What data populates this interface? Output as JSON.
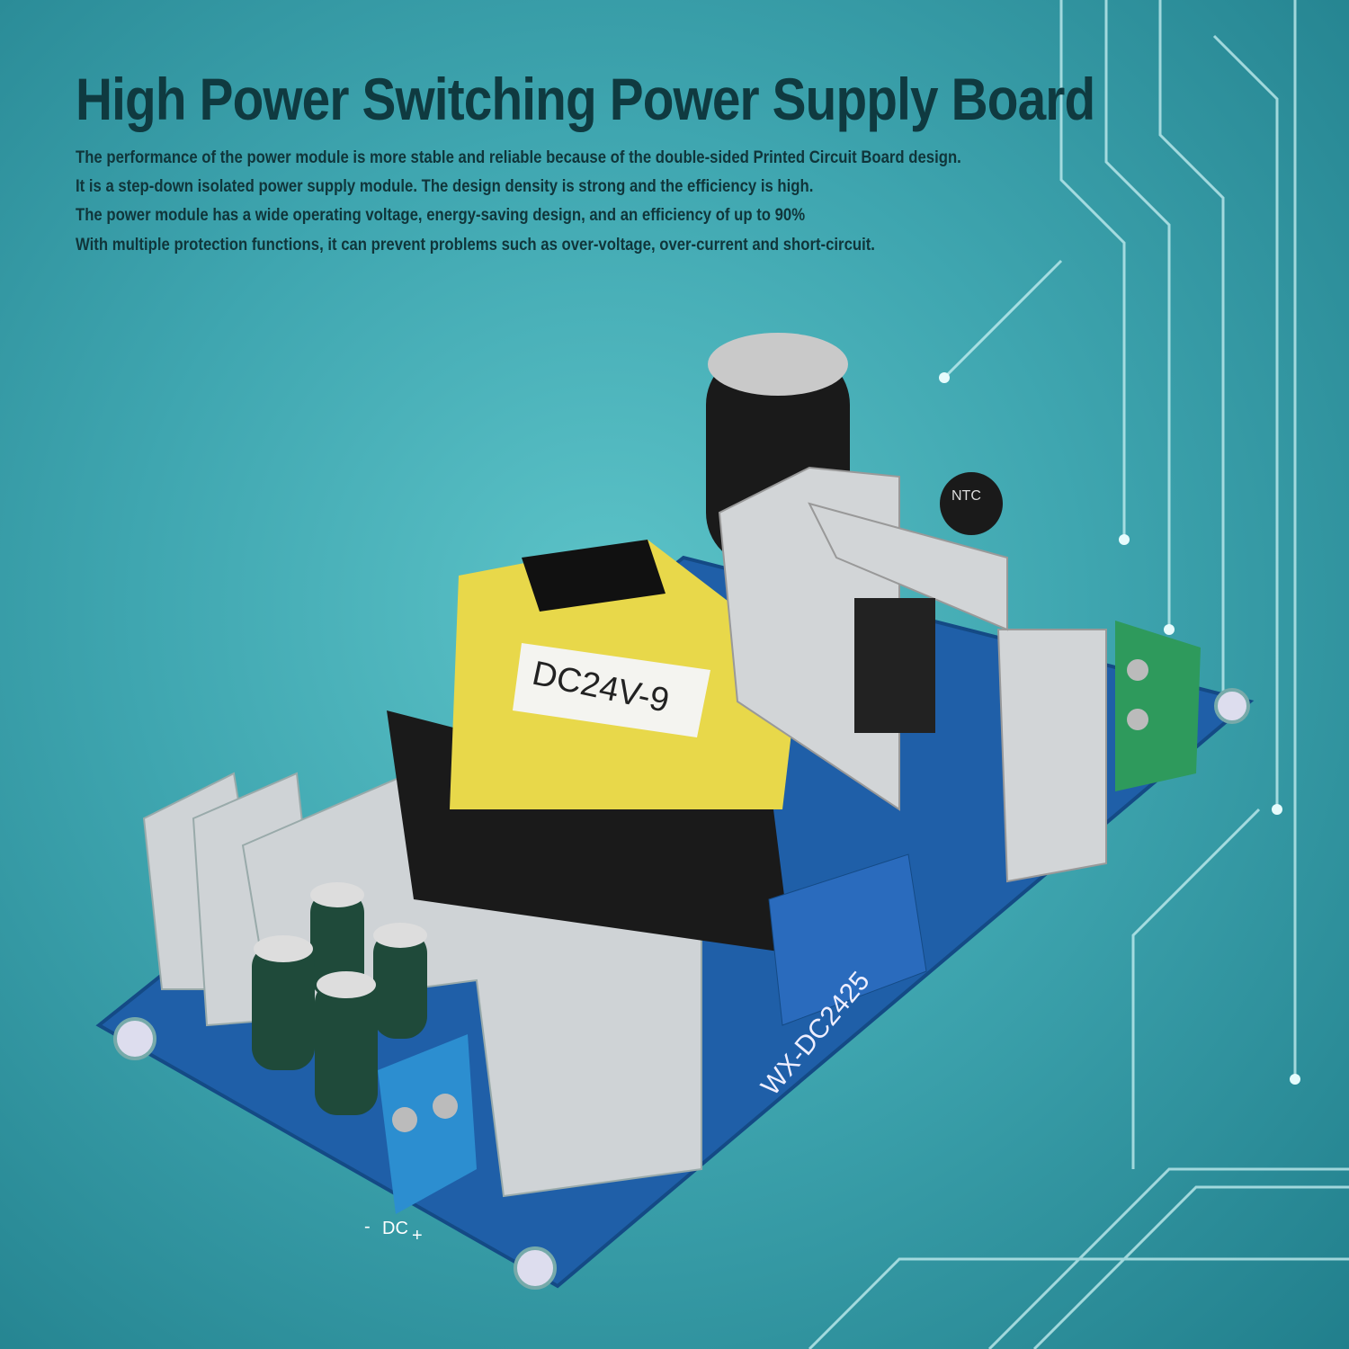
{
  "title": "High Power Switching Power Supply Board",
  "features": [
    "The performance of the power module is more stable and reliable because of the double-sided Printed Circuit Board  design.",
    "It is a step-down isolated power supply module. The design density is strong and the efficiency is high.",
    "The power module has a wide operating voltage, energy-saving design, and an efficiency of up to 90%",
    "With multiple protection functions, it can prevent problems such as over-voltage, over-current and short-circuit."
  ],
  "board": {
    "transformer_label": "DC24V-9",
    "model_label": "WX-DC2425",
    "ntc_label": "NTC",
    "dc_label": "DC",
    "minus_label": "-",
    "plus_label": "+"
  },
  "colors": {
    "pcb": "#1f5fa8",
    "transformer": "#e8d84a",
    "heatsink": "#cfd3d6",
    "capacitor": "#1f4a3a",
    "terminal_output": "#2e9a5c",
    "terminal_input": "#2c8ed0"
  }
}
